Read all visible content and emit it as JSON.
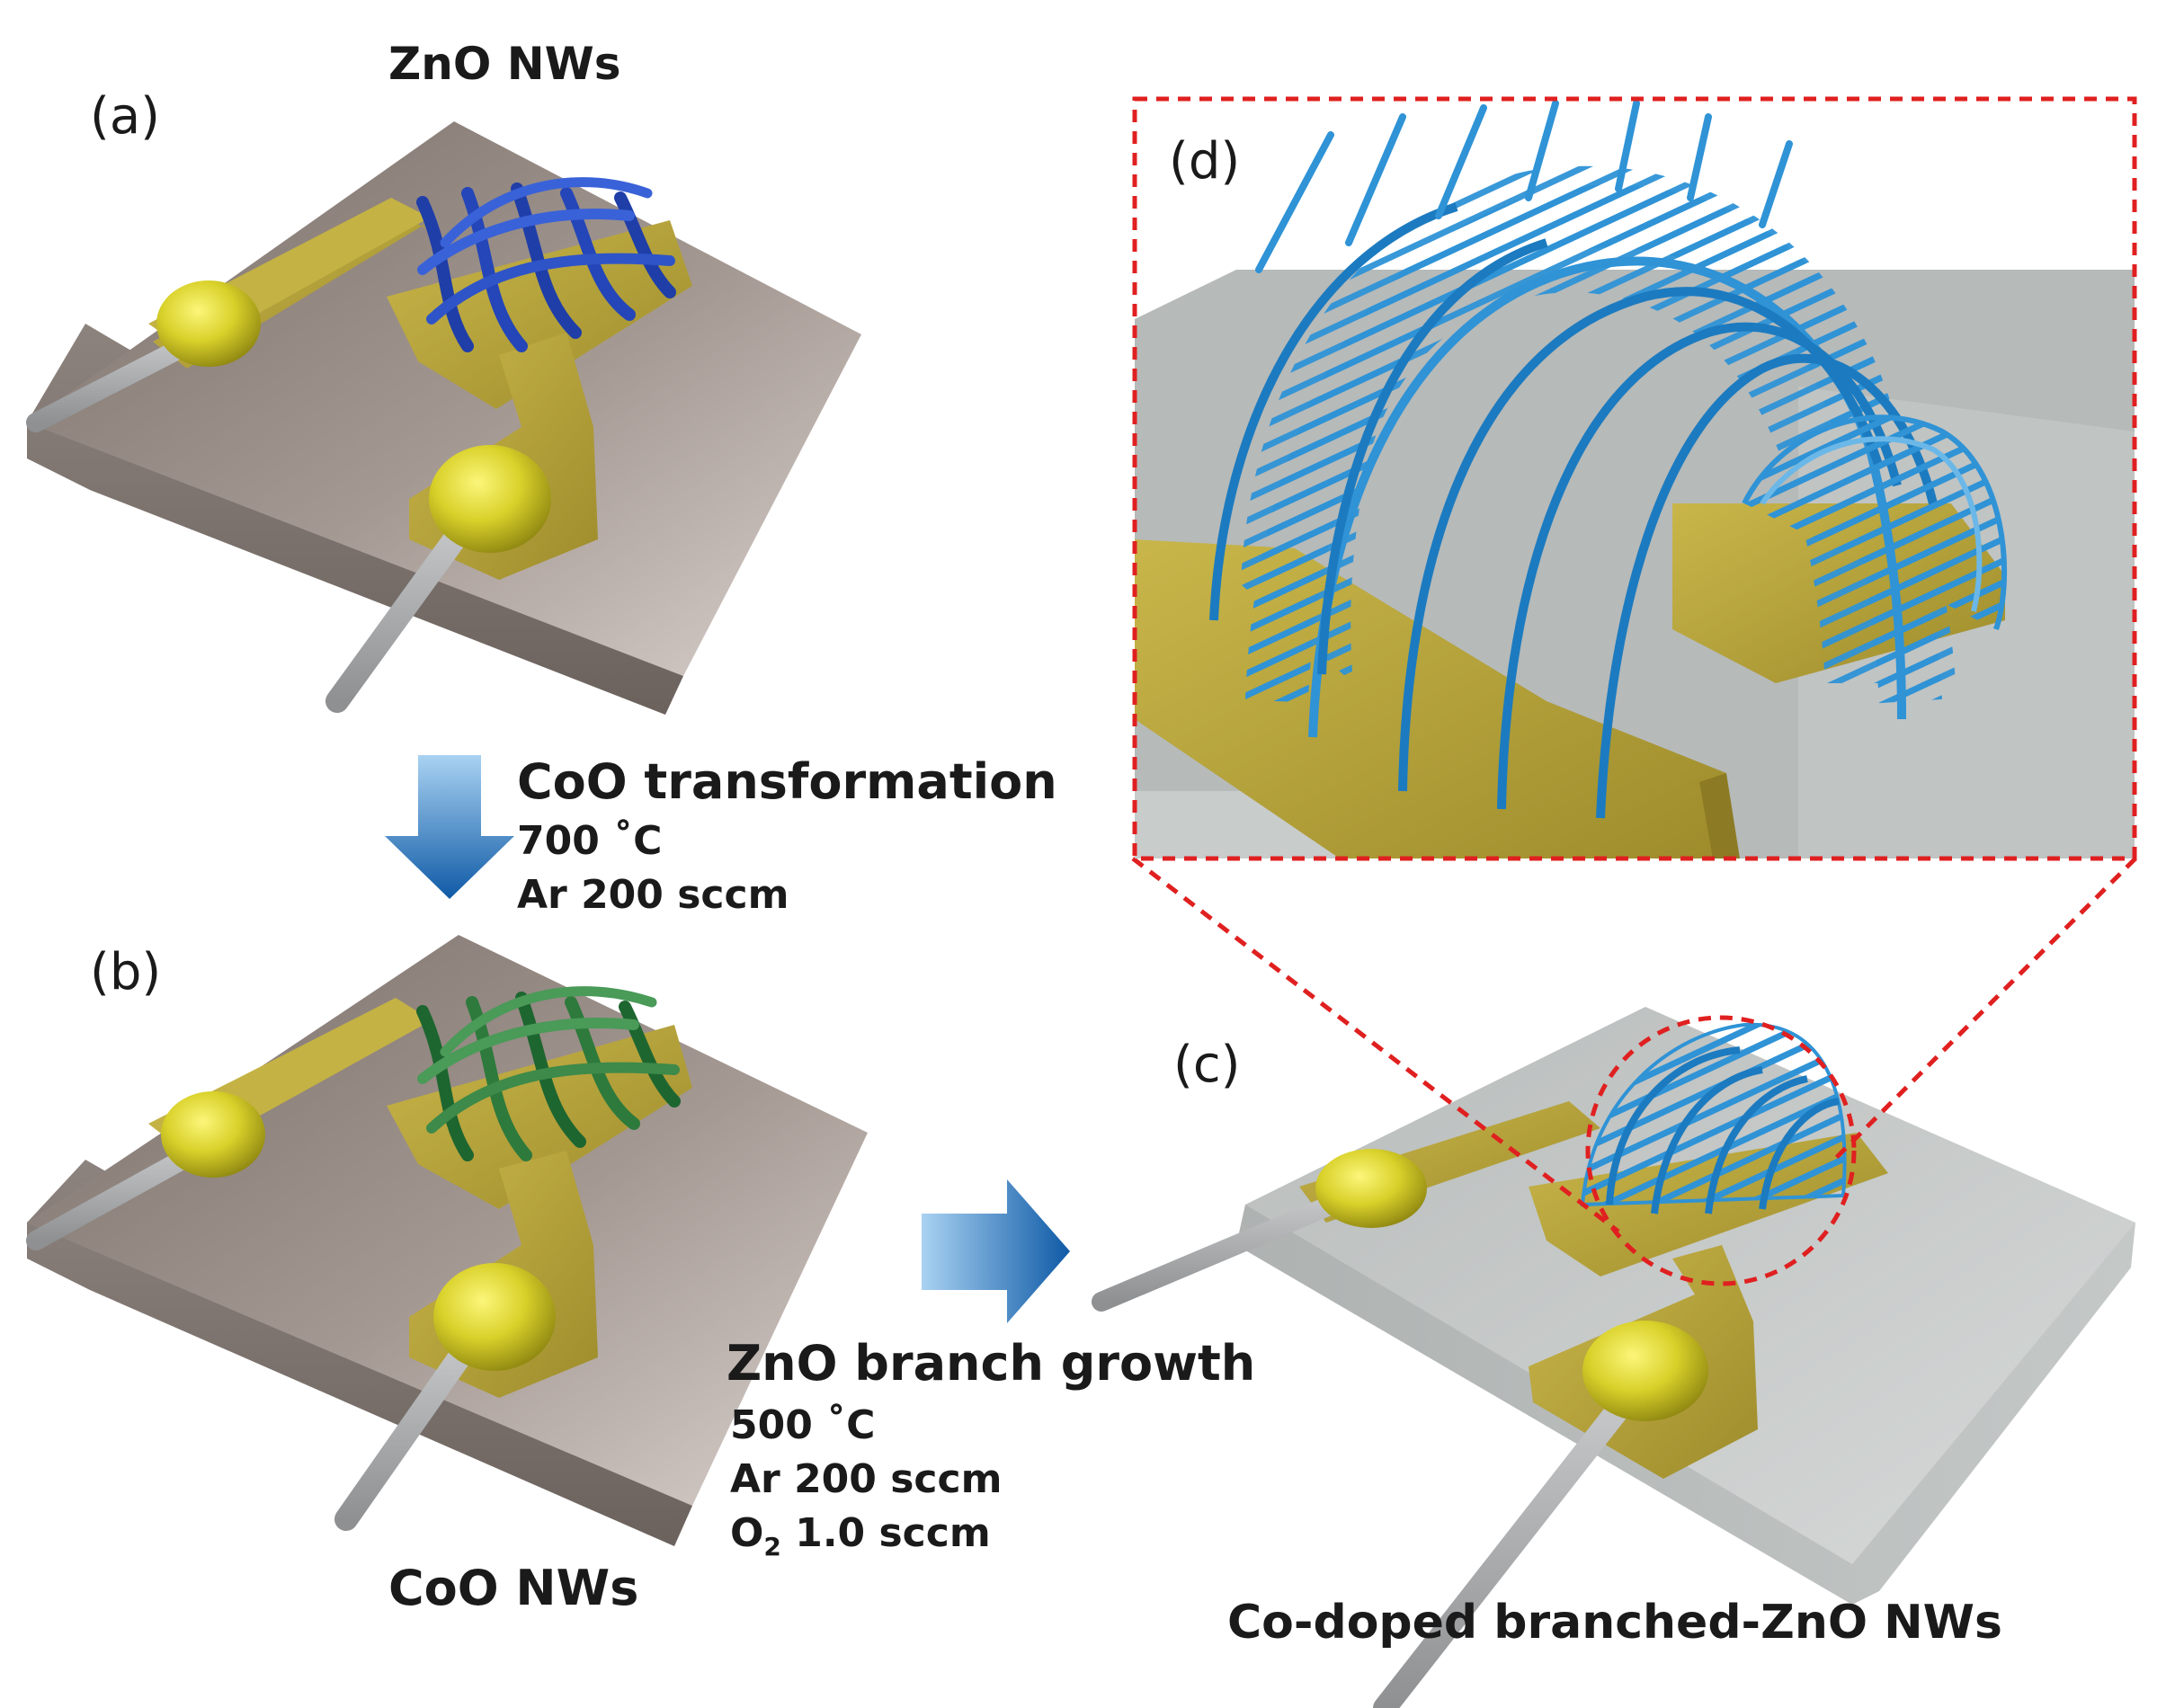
{
  "panels": {
    "a": {
      "label": "(a)",
      "title": "ZnO NWs"
    },
    "b": {
      "label": "(b)",
      "title": "CoO NWs"
    },
    "c": {
      "label": "(c)",
      "title": "Co-doped branched-ZnO NWs"
    },
    "d": {
      "label": "(d)"
    }
  },
  "step1": {
    "title": "CoO transformation",
    "temp": "700 ˚C",
    "gas": "Ar 200 sccm"
  },
  "step2": {
    "title": "ZnO branch growth",
    "temp": "500 ˚C",
    "gas1": "Ar 200 sccm",
    "gas2_prefix": "O",
    "gas2_sub": "2",
    "gas2_rest": " 1.0 sccm"
  },
  "colors": {
    "substrate_a": "#9e928a",
    "substrate_c": "#c9cdcc",
    "electrode": "#b6a33a",
    "solder": "#d8d22a",
    "wire": "#a7a9ab",
    "nw_blue": "#2446b8",
    "nw_green": "#2d7a3c",
    "branch_blue": "#2f93d6",
    "zoom_dash": "#e02020",
    "arrow_blue": "#1a6fb8"
  }
}
